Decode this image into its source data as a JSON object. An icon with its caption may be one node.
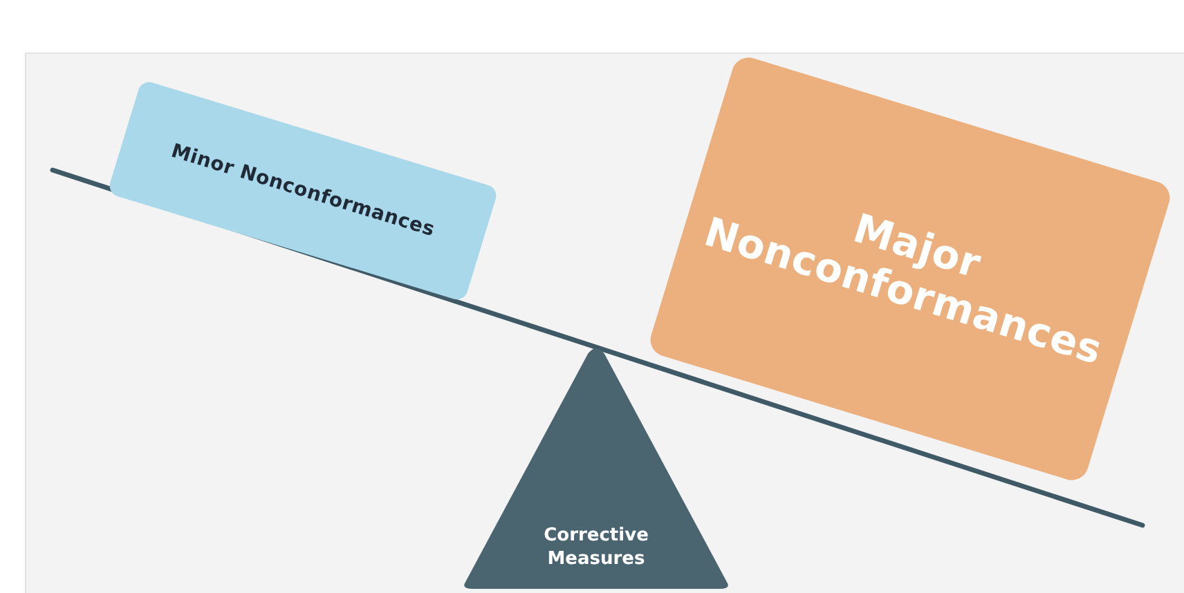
{
  "diagram": {
    "nodes": [
      {
        "text": [
          "Minor Nonconformances"
        ]
      },
      {
        "text": [
          "Major Nonconformances"
        ]
      },
      {
        "text": [
          "Corrective Measures"
        ]
      }
    ]
  }
}
